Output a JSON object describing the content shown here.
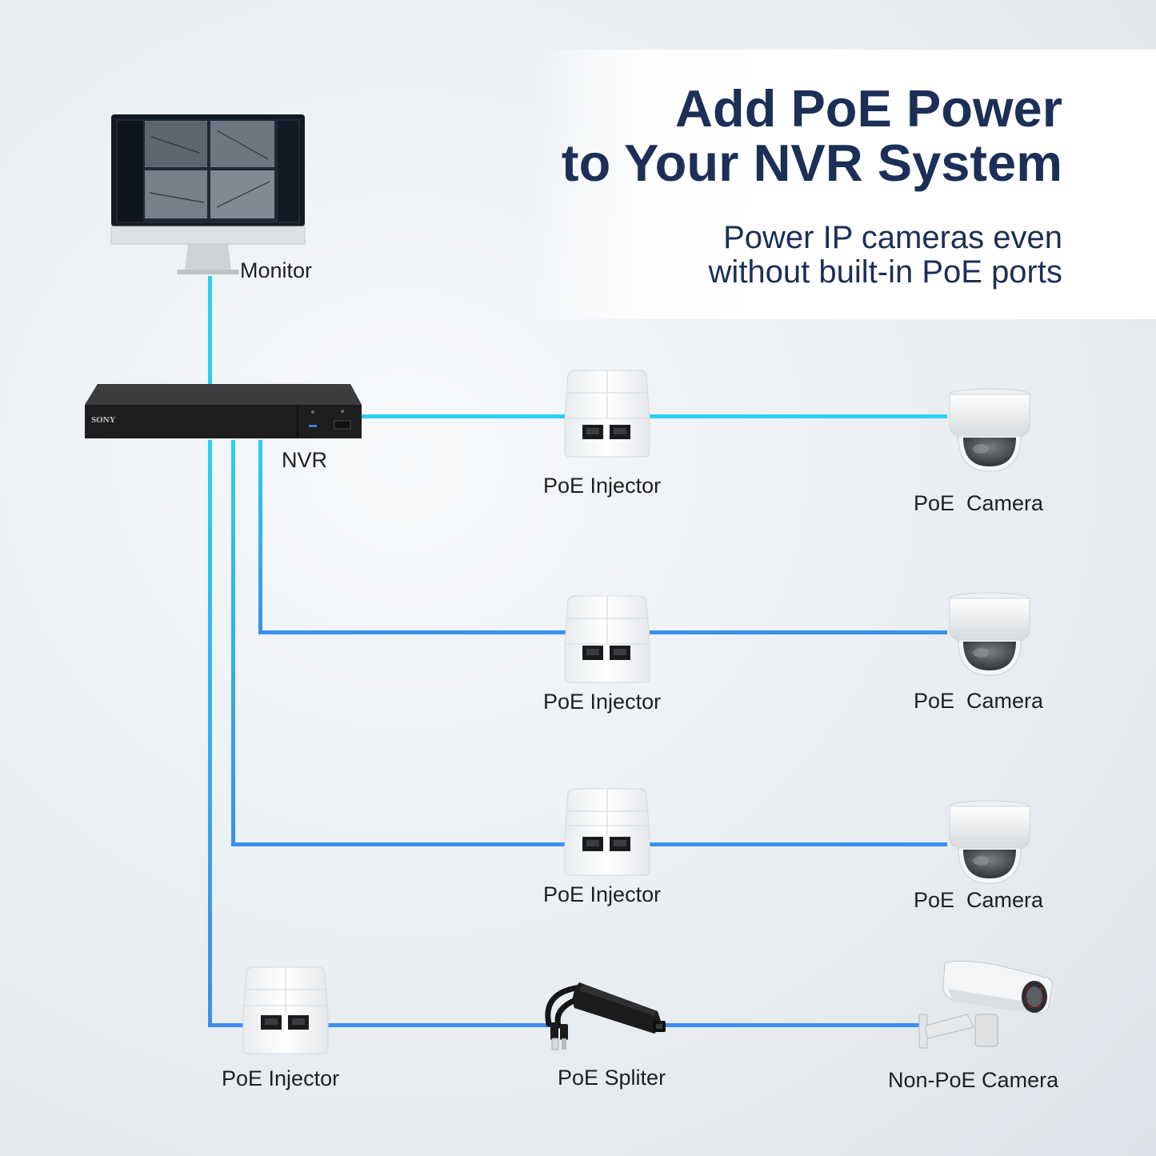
{
  "header": {
    "title_line1": "Add PoE Power",
    "title_line2": "to Your NVR System",
    "subtitle_line1": "Power IP cameras even",
    "subtitle_line2": "without built-in PoE ports"
  },
  "devices": {
    "monitor_label": "Monitor",
    "nvr_label": "NVR",
    "nvr_brand": "SONY",
    "injector_label": "PoE Injector",
    "poe_camera_label": "PoE  Camera",
    "splitter_label": "PoE Spliter",
    "non_poe_camera_label": "Non-PoE Camera"
  },
  "colors": {
    "title": "#1b2f57",
    "cable_cyan": "#2ad0f0",
    "cable_blue": "#3a8ff0"
  }
}
